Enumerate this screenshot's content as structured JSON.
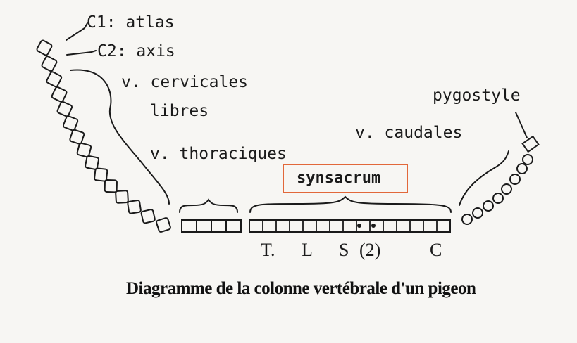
{
  "labels": {
    "c1": "C1: atlas",
    "c2": "C2: axis",
    "cervical_1": "v. cervicales",
    "cervical_2": "libres",
    "thoracic": "v. thoraciques",
    "caudal": "v. caudales",
    "pygostyle": "pygostyle",
    "synsacrum": "synsacrum"
  },
  "synsacrum_regions": {
    "t": "T.",
    "l": "L",
    "s": "S",
    "s_count": "(2)",
    "c": "C"
  },
  "caption": "Diagramme de la colonne vertébrale d'un pigeon",
  "colors": {
    "ink": "#1a1a1a",
    "highlight_box": "#e2683a",
    "paper": "#f7f6f3"
  }
}
